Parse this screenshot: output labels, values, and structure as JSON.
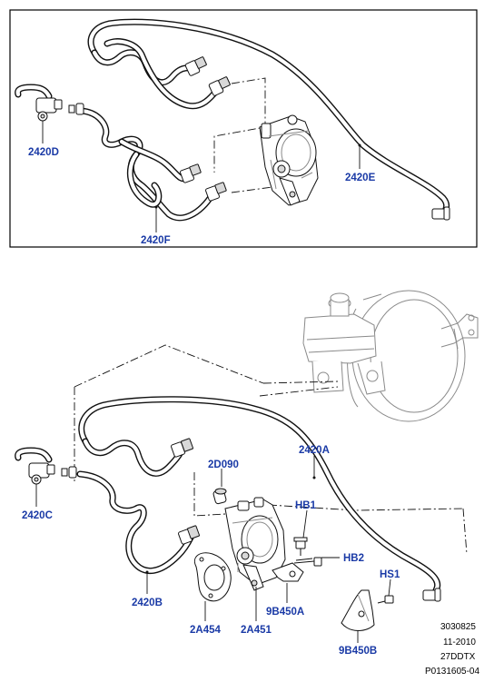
{
  "callouts": {
    "c2420D": "2420D",
    "c2420E": "2420E",
    "c2420F": "2420F",
    "c2420A": "2420A",
    "c2420C": "2420C",
    "c2420B": "2420B",
    "c2D090": "2D090",
    "cHB1": "HB1",
    "cHB2": "HB2",
    "cHS1": "HS1",
    "c9B450A": "9B450A",
    "c9B450B": "9B450B",
    "c2A454": "2A454",
    "c2A451": "2A451"
  },
  "reference": {
    "line1": "3030825",
    "line2": "11-2010",
    "line3": "27DDTX",
    "line4": "P0131605-04"
  },
  "colors": {
    "callout": "#1a3aa6",
    "line": "#111111",
    "frame": "#000000"
  }
}
